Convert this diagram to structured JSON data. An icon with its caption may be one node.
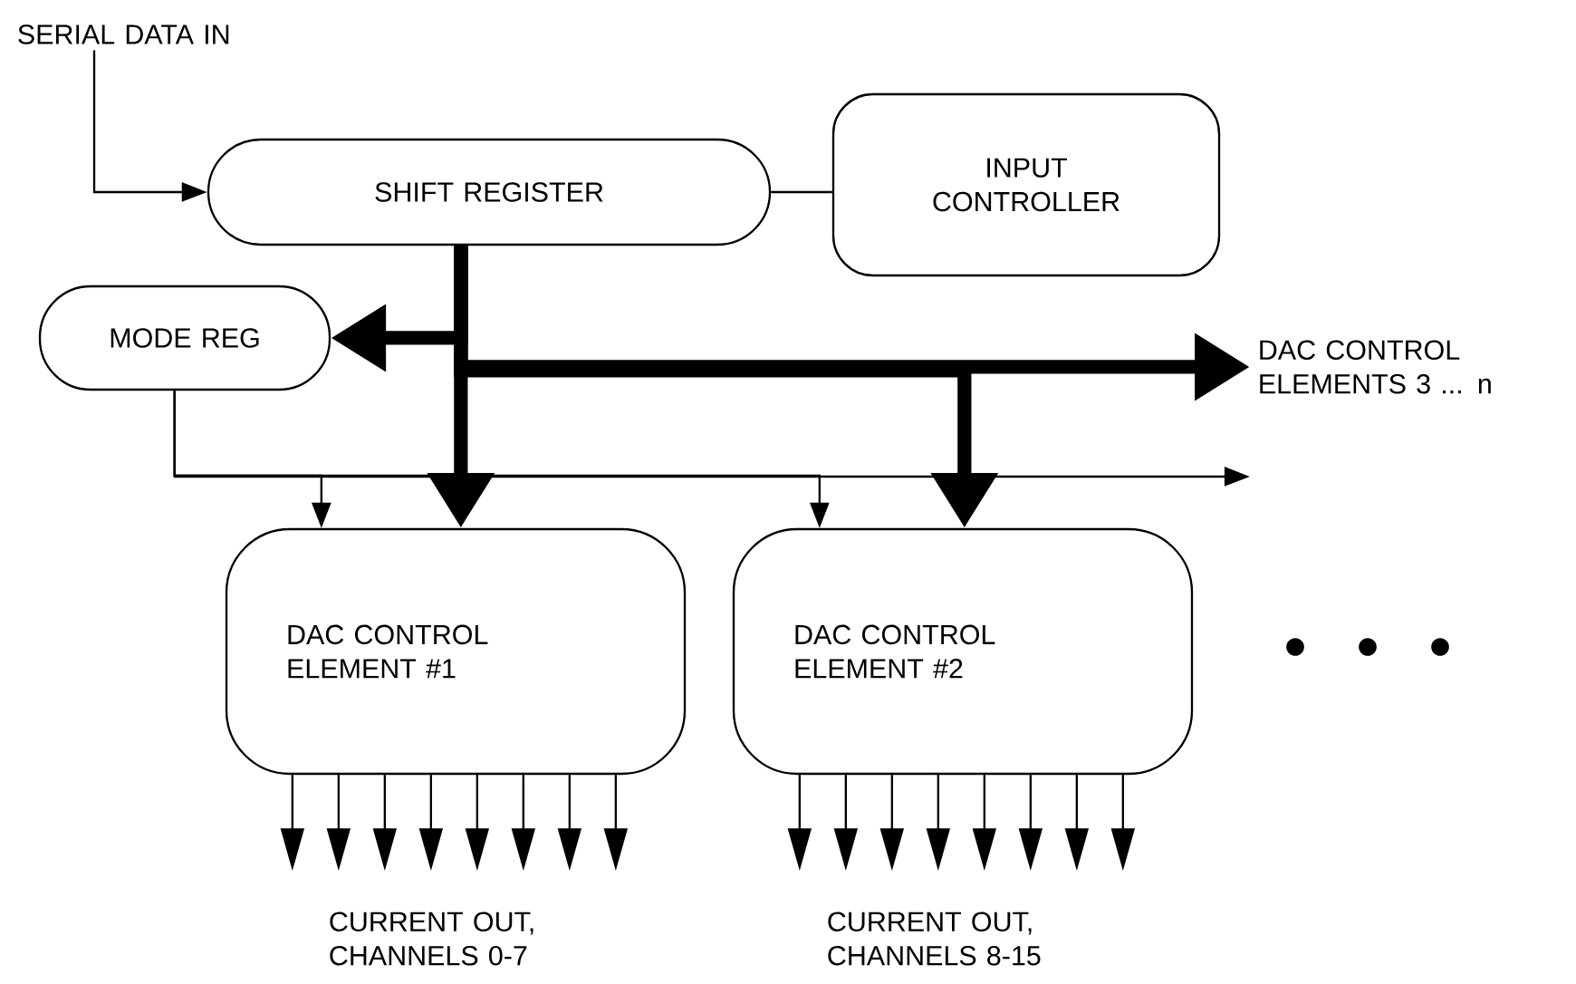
{
  "diagram": {
    "nodes": [
      {
        "text": [
          "SERIAL DATA IN"
        ]
      },
      {
        "text": [
          "SHIFT REGISTER"
        ]
      },
      {
        "text": [
          "INPUT CONTROLLER"
        ]
      },
      {
        "text": [
          "MODE REG"
        ]
      },
      {
        "text": [
          "DAC CONTROL ELEMENTS 3 ... n"
        ]
      },
      {
        "text": [
          "DAC CONTROL ELEMENT #1"
        ]
      },
      {
        "text": [
          "DAC CONTROL ELEMENT #2"
        ]
      }
    ],
    "edges": [
      {
        "from": 0,
        "to": 1,
        "arrow": "to"
      },
      {
        "from": 1,
        "to": 2,
        "arrow": "none"
      },
      {
        "from": 1,
        "to": 3,
        "arrow": "to",
        "style": "thick"
      },
      {
        "from": 1,
        "to": 4,
        "arrow": "to",
        "style": "thick"
      },
      {
        "from": 1,
        "to": 5,
        "arrow": "to",
        "style": "thick"
      },
      {
        "from": 1,
        "to": 6,
        "arrow": "to",
        "style": "thick"
      },
      {
        "from": 3,
        "to": 5,
        "arrow": "to"
      },
      {
        "from": 3,
        "to": 6,
        "arrow": "to"
      },
      {
        "from": 3,
        "to": null,
        "arrow": "to"
      },
      {
        "from": 5,
        "to": null,
        "arrow": "to"
      },
      {
        "from": 5,
        "to": null,
        "arrow": "to"
      },
      {
        "from": 5,
        "to": null,
        "arrow": "to"
      },
      {
        "from": 5,
        "to": null,
        "arrow": "to"
      },
      {
        "from": 5,
        "to": null,
        "arrow": "to"
      },
      {
        "from": 5,
        "to": null,
        "arrow": "to"
      },
      {
        "from": 5,
        "to": null,
        "arrow": "to"
      },
      {
        "from": 5,
        "to": null,
        "arrow": "to"
      },
      {
        "from": 6,
        "to": null,
        "arrow": "to"
      },
      {
        "from": 6,
        "to": null,
        "arrow": "to"
      },
      {
        "from": 6,
        "to": null,
        "arrow": "to"
      },
      {
        "from": 6,
        "to": null,
        "arrow": "to"
      },
      {
        "from": 6,
        "to": null,
        "arrow": "to"
      },
      {
        "from": 6,
        "to": null,
        "arrow": "to"
      },
      {
        "from": 6,
        "to": null,
        "arrow": "to"
      },
      {
        "from": 6,
        "to": null,
        "arrow": "to"
      }
    ],
    "labels": [
      "CURRENT OUT, CHANNELS 0-7",
      "CURRENT OUT, CHANNELS 8-15"
    ]
  }
}
